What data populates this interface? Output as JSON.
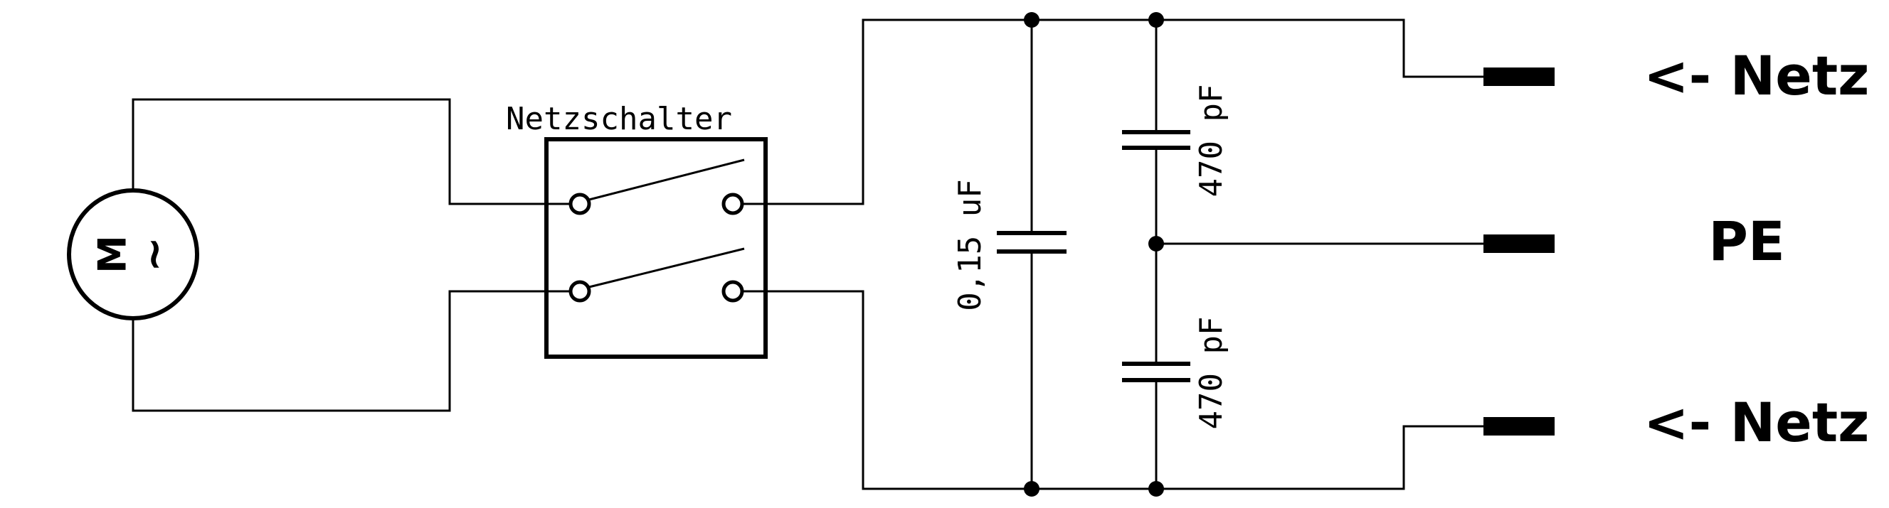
{
  "diagram": {
    "motor": {
      "letter": "M",
      "symbol": "~"
    },
    "switch": {
      "label": "Netzschalter"
    },
    "capacitors": {
      "x_cap": {
        "label": "0,15 uF"
      },
      "y_cap_top": {
        "label": "470 pF"
      },
      "y_cap_bottom": {
        "label": "470 pF"
      }
    },
    "terminals": {
      "top": {
        "label": "<- Netz"
      },
      "middle": {
        "label": "PE"
      },
      "bottom": {
        "label": "<- Netz"
      }
    }
  },
  "colors": {
    "ink": "#000000",
    "background": "#ffffff"
  }
}
